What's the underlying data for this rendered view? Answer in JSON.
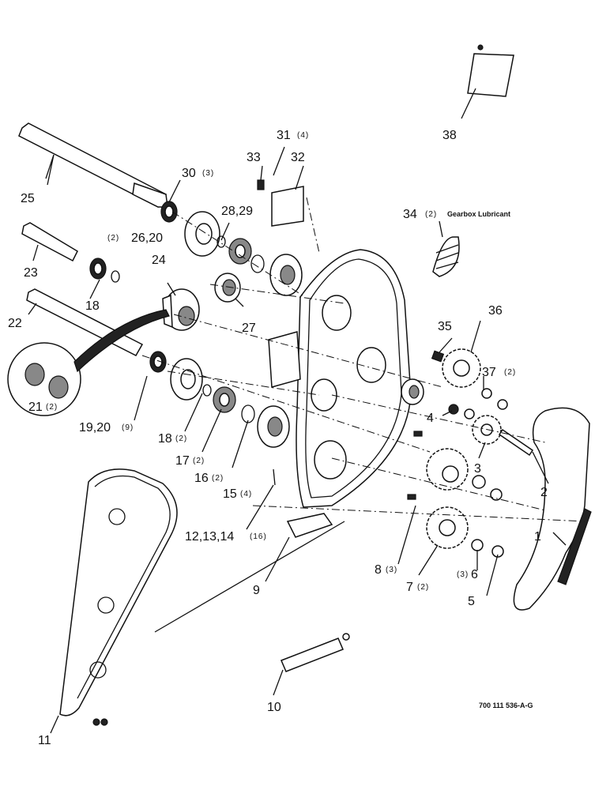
{
  "callouts": [
    {
      "id": "1",
      "number": "1",
      "qty": ""
    },
    {
      "id": "2",
      "number": "2",
      "qty": ""
    },
    {
      "id": "3",
      "number": "3",
      "qty": ""
    },
    {
      "id": "4",
      "number": "4",
      "qty": ""
    },
    {
      "id": "5",
      "number": "5",
      "qty": ""
    },
    {
      "id": "6",
      "number": "6",
      "qty": "(3)"
    },
    {
      "id": "7",
      "number": "7",
      "qty": "(2)"
    },
    {
      "id": "8",
      "number": "8",
      "qty": "(3)"
    },
    {
      "id": "9",
      "number": "9",
      "qty": ""
    },
    {
      "id": "10",
      "number": "10",
      "qty": ""
    },
    {
      "id": "11",
      "number": "11",
      "qty": ""
    },
    {
      "id": "12",
      "number": "12,13,14",
      "qty": "(16)"
    },
    {
      "id": "15",
      "number": "15",
      "qty": "(4)"
    },
    {
      "id": "16",
      "number": "16",
      "qty": "(2)"
    },
    {
      "id": "17",
      "number": "17",
      "qty": "(2)"
    },
    {
      "id": "18a",
      "number": "18",
      "qty": "(2)"
    },
    {
      "id": "18b",
      "number": "18",
      "qty": ""
    },
    {
      "id": "19",
      "number": "19,20",
      "qty": "(9)"
    },
    {
      "id": "21",
      "number": "21",
      "qty": "(2)"
    },
    {
      "id": "22",
      "number": "22",
      "qty": ""
    },
    {
      "id": "23",
      "number": "23",
      "qty": ""
    },
    {
      "id": "24",
      "number": "24",
      "qty": ""
    },
    {
      "id": "25",
      "number": "25",
      "qty": ""
    },
    {
      "id": "26",
      "number": "26,20",
      "qty": "(2)"
    },
    {
      "id": "27",
      "number": "27",
      "qty": ""
    },
    {
      "id": "28",
      "number": "28,29",
      "qty": ""
    },
    {
      "id": "30",
      "number": "30",
      "qty": "(3)"
    },
    {
      "id": "31",
      "number": "31",
      "qty": "(4)"
    },
    {
      "id": "32",
      "number": "32",
      "qty": ""
    },
    {
      "id": "33",
      "number": "33",
      "qty": ""
    },
    {
      "id": "34",
      "number": "34",
      "qty": "(2)",
      "note": "Gearbox Lubricant"
    },
    {
      "id": "35",
      "number": "35",
      "qty": ""
    },
    {
      "id": "36",
      "number": "36",
      "qty": ""
    },
    {
      "id": "37",
      "number": "37",
      "qty": "(2)"
    },
    {
      "id": "38",
      "number": "38",
      "qty": ""
    }
  ],
  "drawing_code": "700 111 536-A-G"
}
